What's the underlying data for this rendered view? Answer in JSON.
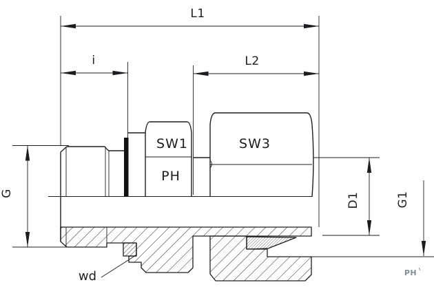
{
  "drawing": {
    "dimension_labels": {
      "l1": "L1",
      "i": "i",
      "l2": "L2",
      "g": "G",
      "d1": "D1",
      "g1": "G1",
      "wd": "wd"
    },
    "part_labels": {
      "sw1": "SW1",
      "ph": "PH",
      "sw3": "SW3"
    },
    "watermark": "PH",
    "colors": {
      "line": "#1d1d1f",
      "watermark": "#6d7b86",
      "background": "#ffffff"
    }
  }
}
